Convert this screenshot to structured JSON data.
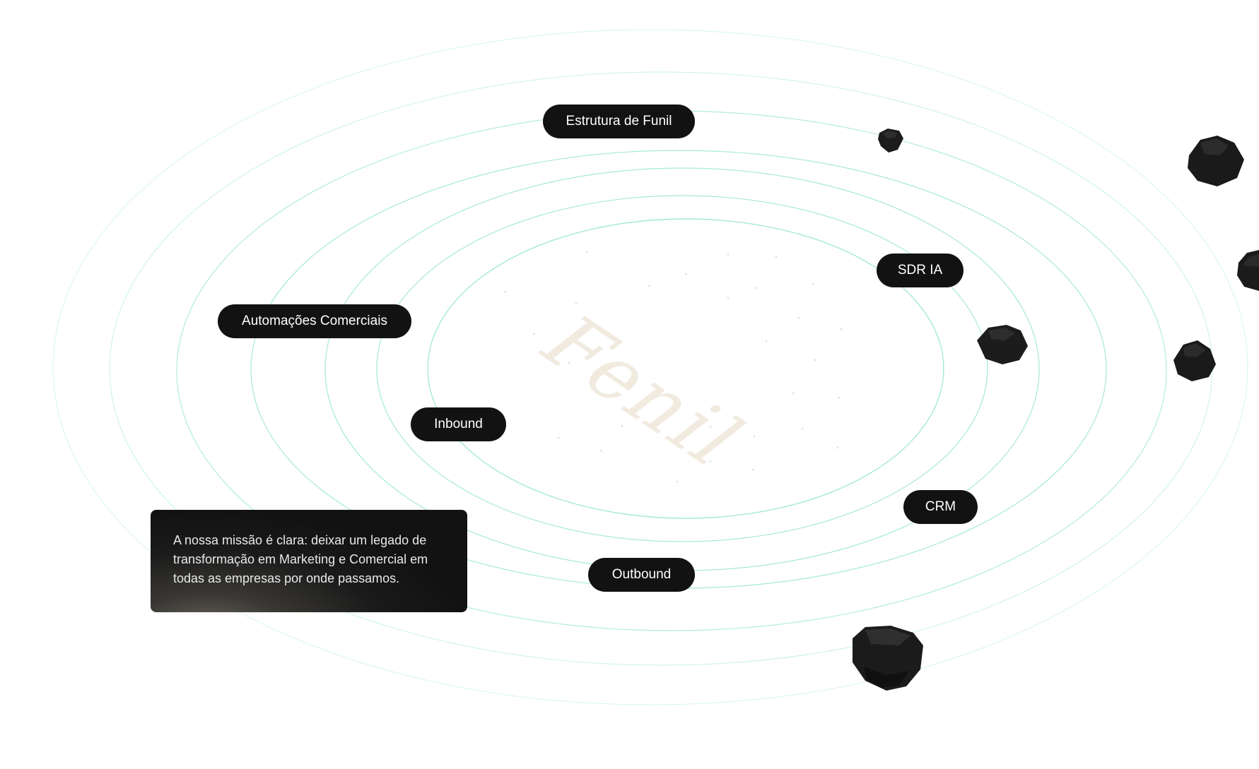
{
  "watermark": {
    "text": "Fenil"
  },
  "tags": {
    "estrutura_funil": "Estrutura de Funil",
    "sdr_ia": "SDR IA",
    "automacoes": "Automações Comerciais",
    "inbound": "Inbound",
    "crm": "CRM",
    "outbound": "Outbound"
  },
  "mission": {
    "text": "A nossa missão é clara: deixar um legado de transformação em Marketing e Comercial em todas as empresas por onde passamos."
  },
  "colors": {
    "orbit": "#8fe7c4",
    "pill_bg": "#121212",
    "pill_text": "#ffffff",
    "rock": "#1b1b1b",
    "watermark": "#efe7da"
  }
}
